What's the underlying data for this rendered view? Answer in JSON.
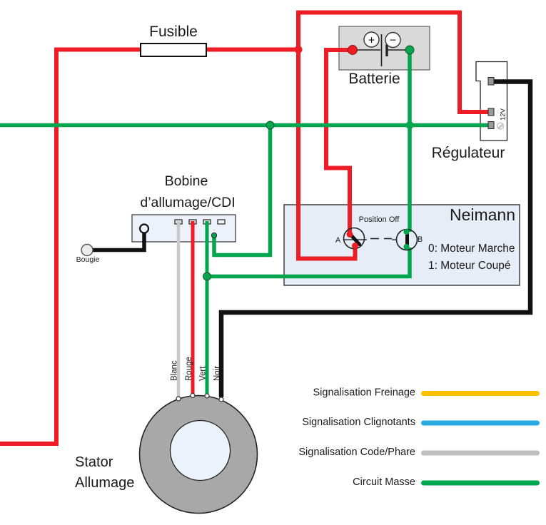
{
  "colors": {
    "wire_red": "#EE1C25",
    "wire_green": "#00A54F",
    "wire_black": "#111111",
    "wire_white": "#C9C9C9",
    "legend_yellow": "#FFC000",
    "legend_blue": "#29ABE2",
    "legend_gray": "#BFBFBF",
    "legend_green": "#00A54F",
    "box_fill_blue": "#E7EDF7",
    "battery_fill": "#D9D9D9",
    "stator_gray": "#A8A8A8"
  },
  "components": {
    "fuse": {
      "label": "Fusible"
    },
    "battery": {
      "label": "Batterie",
      "plus": "+",
      "minus": "−"
    },
    "regulator": {
      "label": "Régulateur",
      "connector_text": "12V"
    },
    "ignition_coil": {
      "label_line1": "Bobine",
      "label_line2": "d’allumage/CDI"
    },
    "spark_plug": {
      "label": "Bougie"
    },
    "ignition_switch": {
      "title": "Neimann",
      "position_label": "Position Off",
      "terminal_a": "A",
      "terminal_b": "B",
      "state_on": "0: Moteur Marche",
      "state_off": "1: Moteur Coupé"
    },
    "stator": {
      "label_line1": "Stator",
      "label_line2": "Allumage"
    }
  },
  "wire_labels": {
    "white": "Blanc",
    "red": "Rouge",
    "green": "Vert",
    "black": "Noir"
  },
  "legend": {
    "items": [
      {
        "label": "Signalisation Freinage",
        "color": "#FFC000"
      },
      {
        "label": "Signalisation Clignotants",
        "color": "#29ABE2"
      },
      {
        "label": "Signalisation Code/Phare",
        "color": "#BFBFBF"
      },
      {
        "label": "Circuit Masse",
        "color": "#00A54F"
      }
    ]
  }
}
